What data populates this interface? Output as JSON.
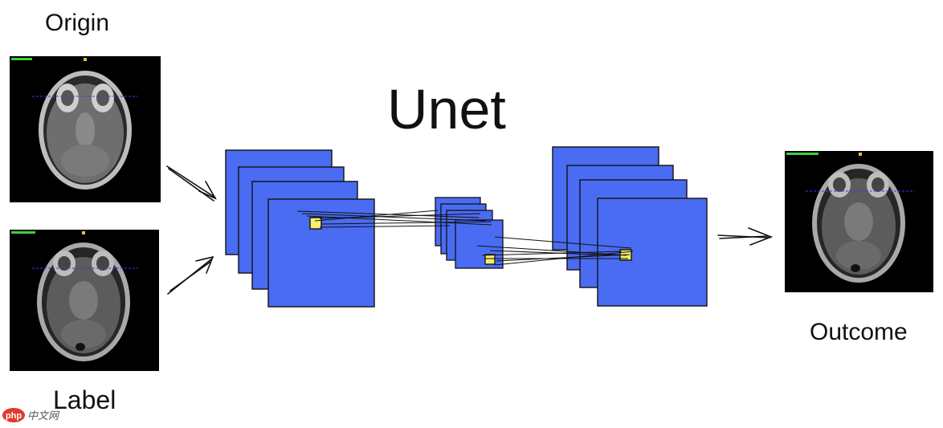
{
  "labels": {
    "origin": "Origin",
    "label": "Label",
    "outcome": "Outcome",
    "title": "Unet"
  },
  "watermark": {
    "text": "php 中文网"
  },
  "colors": {
    "layer_fill": "#4a6cf2",
    "feature_patch": "#f5ef6a",
    "mri_background": "#000000",
    "overlay_line": "#3a3aff",
    "corner_text": "#3fd03f"
  },
  "icons": {
    "input_arrows": "hand-drawn-arrow",
    "output_arrow": "hand-drawn-arrow"
  }
}
